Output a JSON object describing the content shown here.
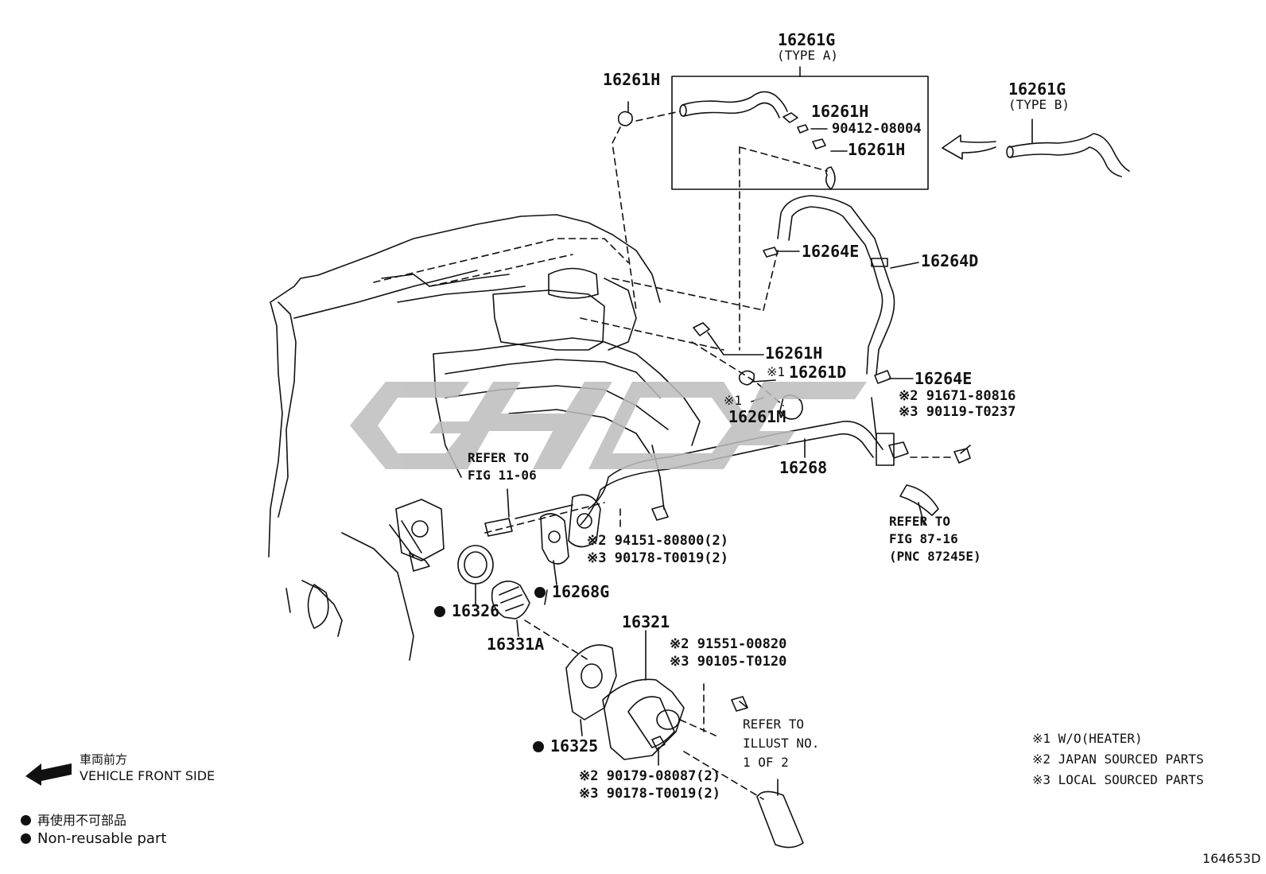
{
  "diagram_id": "164653D",
  "watermark": "GHD",
  "parts": {
    "p16261G_typeA": "16261G",
    "typeA": "(TYPE A)",
    "p16261G_typeB": "16261G",
    "typeB": "(TYPE B)",
    "p16261H_top": "16261H",
    "p16261H_a": "16261H",
    "p90412": "90412-08004",
    "p16261H_b": "16261H",
    "p16264E_a": "16264E",
    "p16264D": "16264D",
    "p16261H_c": "16261H",
    "p16261D": "16261D",
    "p16261D_mark": "※1",
    "p16264E_b": "16264E",
    "p91671": "※2 91671-80816",
    "p90119": "※3 90119-T0237",
    "p16261M": "16261M",
    "p16261M_mark": "※1",
    "p16268": "16268",
    "p94151": "※2 94151-80800(2)",
    "p90178a": "※3 90178-T0019(2)",
    "p16268G": "16268G",
    "p16326": "16326",
    "p16331A": "16331A",
    "p16321": "16321",
    "p91551": "※2 91551-00820",
    "p90105": "※3 90105-T0120",
    "p16325": "16325",
    "p90179": "※2 90179-08087(2)",
    "p90178b": "※3 90178-T0019(2)"
  },
  "refs": {
    "fig1106_l1": "REFER TO",
    "fig1106_l2": "FIG 11-06",
    "fig8716_l1": "REFER TO",
    "fig8716_l2": "FIG 87-16",
    "fig8716_l3": "(PNC 87245E)",
    "illust_l1": "REFER TO",
    "illust_l2": "ILLUST NO.",
    "illust_l3": "1 OF 2"
  },
  "notes": {
    "n1": "※1 W/O(HEATER)",
    "n2": "※2 JAPAN SOURCED PARTS",
    "n3": "※3 LOCAL SOURCED PARTS"
  },
  "legend": {
    "front_jp": "車両前方",
    "front_en": "VEHICLE FRONT SIDE",
    "nonreuse_jp": "再使用不可部品",
    "nonreuse_en": "Non-reusable part"
  }
}
